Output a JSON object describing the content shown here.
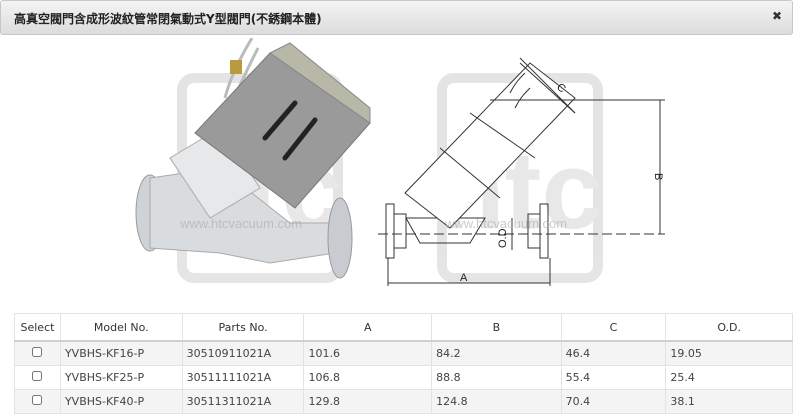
{
  "window": {
    "title": "高真空閥門含成形波紋管常閉氣動式Y型閥門(不銹鋼本體)",
    "close_icon": "close-icon"
  },
  "figure": {
    "watermark": "www.htcvacuum.com",
    "logo": "htc",
    "dimension_labels": {
      "a": "A",
      "b": "B",
      "c": "C",
      "od": "O.D"
    }
  },
  "table": {
    "headers": [
      "Select",
      "Model No.",
      "Parts No.",
      "A",
      "B",
      "C",
      "O.D."
    ],
    "rows": [
      {
        "model": "YVBHS-KF16-P",
        "parts": "30510911021A",
        "a": "101.6",
        "b": "84.2",
        "c": "46.4",
        "od": "19.05"
      },
      {
        "model": "YVBHS-KF25-P",
        "parts": "30511111021A",
        "a": "106.8",
        "b": "88.8",
        "c": "55.4",
        "od": "25.4"
      },
      {
        "model": "YVBHS-KF40-P",
        "parts": "30511311021A",
        "a": "129.8",
        "b": "124.8",
        "c": "70.4",
        "od": "38.1"
      }
    ]
  }
}
